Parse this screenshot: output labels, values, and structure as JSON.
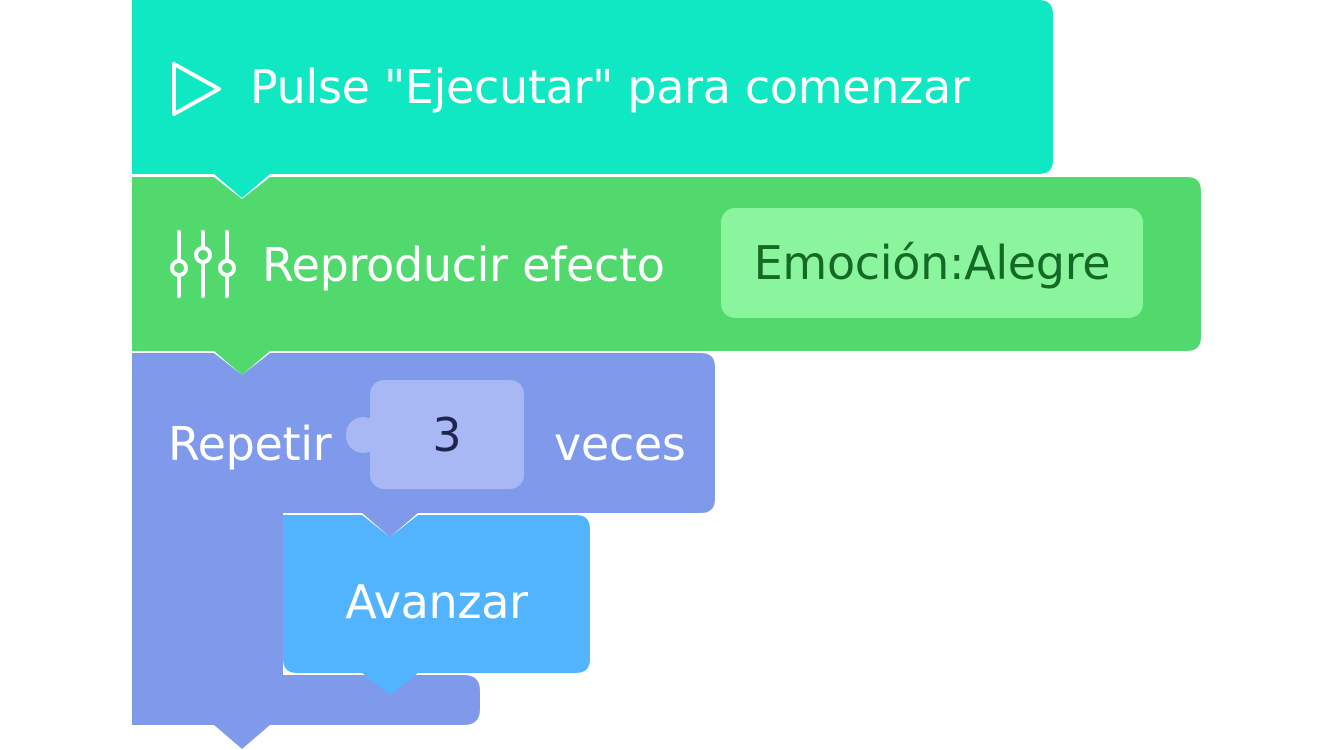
{
  "blocks": {
    "start": {
      "label": "Pulse \"Ejecutar\" para comenzar",
      "icon": "play-icon",
      "color": "#0fe8c3"
    },
    "effect": {
      "label": "Reproducir efecto",
      "icon": "sliders-icon",
      "value": "Emoción:Alegre",
      "color": "#51d96e",
      "value_bg": "#8af59d",
      "value_color": "#146a25"
    },
    "repeat": {
      "label_before": "Repetir",
      "count": "3",
      "label_after": "veces",
      "color": "#7f9aea",
      "slot_bg": "#a7b8f4"
    },
    "move": {
      "label": "Avanzar",
      "color": "#52b4ff"
    }
  }
}
